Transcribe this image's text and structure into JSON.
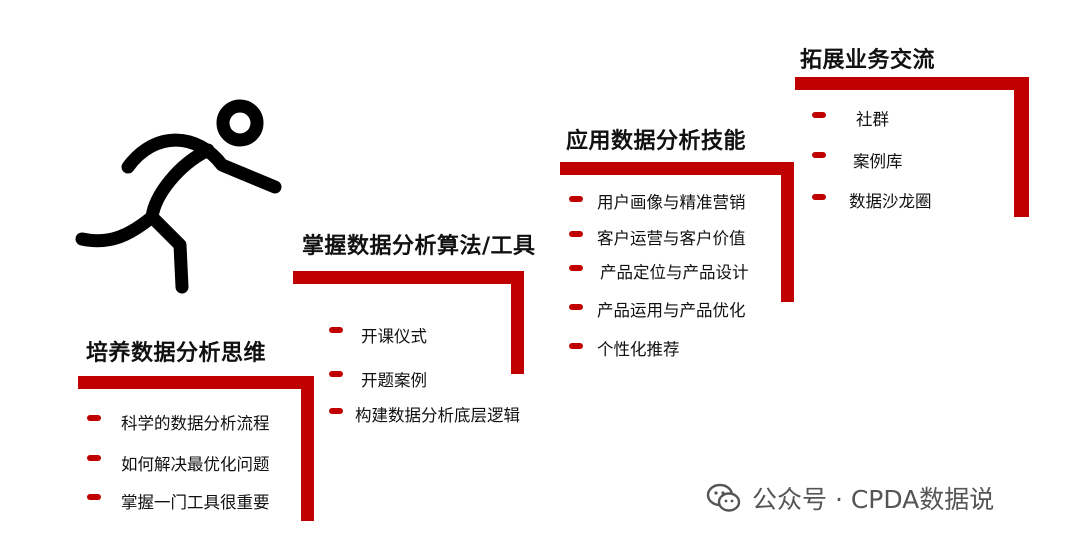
{
  "accent_color": "#c00000",
  "steps": [
    {
      "title": "培养数据分析思维",
      "items": [
        "科学的数据分析流程",
        "如何解决最优化问题",
        "掌握一门工具很重要"
      ]
    },
    {
      "title": "掌握数据分析算法/工具",
      "items": [
        "开课仪式",
        "开题案例",
        "构建数据分析底层逻辑"
      ]
    },
    {
      "title": "应用数据分析技能",
      "items": [
        "用户画像与精准营销",
        "客户运营与客户价值",
        "产品定位与产品设计",
        "产品运用与产品优化",
        "个性化推荐"
      ]
    },
    {
      "title": "拓展业务交流",
      "items": [
        "社群",
        "案例库",
        "数据沙龙圈"
      ]
    }
  ],
  "icons": {
    "runner": "running-person-icon",
    "watermark": "wechat-icon"
  },
  "watermark": {
    "text": "公众号 · CPDA数据说"
  }
}
